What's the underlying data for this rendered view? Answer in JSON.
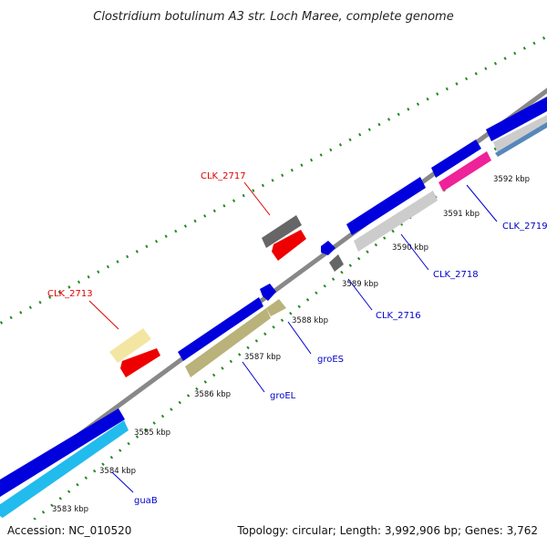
{
  "title": "Clostridium botulinum A3 str. Loch Maree, complete genome",
  "footer": {
    "accession": "Accession: NC_010520",
    "stats": "Topology: circular; Length: 3,992,906 bp; Genes: 3,762"
  },
  "ticks": [
    "3583 kbp",
    "3584 kbp",
    "3585 kbp",
    "3586 kbp",
    "3587 kbp",
    "3588 kbp",
    "3589 kbp",
    "3590 kbp",
    "3591 kbp",
    "3592 kbp"
  ],
  "labels": [
    {
      "id": "guab",
      "text": "guaB",
      "color": "#0000cc"
    },
    {
      "id": "groel",
      "text": "groEL",
      "color": "#0000cc"
    },
    {
      "id": "groes",
      "text": "groES",
      "color": "#0000cc"
    },
    {
      "id": "clk2713",
      "text": "CLK_2713",
      "color": "#dd0000"
    },
    {
      "id": "clk2717",
      "text": "CLK_2717",
      "color": "#dd0000"
    },
    {
      "id": "clk2716",
      "text": "CLK_2716",
      "color": "#0000cc"
    },
    {
      "id": "clk2718",
      "text": "CLK_2718",
      "color": "#0000cc"
    },
    {
      "id": "clk2719",
      "text": "CLK_2719",
      "color": "#0000cc"
    }
  ],
  "colors": {
    "cds_blue": "#0000dd",
    "cyan": "#22bbee",
    "red": "#ee0000",
    "pale_yellow": "#f3e6a3",
    "olive": "#b9b27a",
    "gray": "#666666",
    "light_gray": "#cccccc",
    "magenta": "#ee2299",
    "steel": "#5588bb",
    "backbone": "#888888",
    "tick_green": "#228b22"
  }
}
